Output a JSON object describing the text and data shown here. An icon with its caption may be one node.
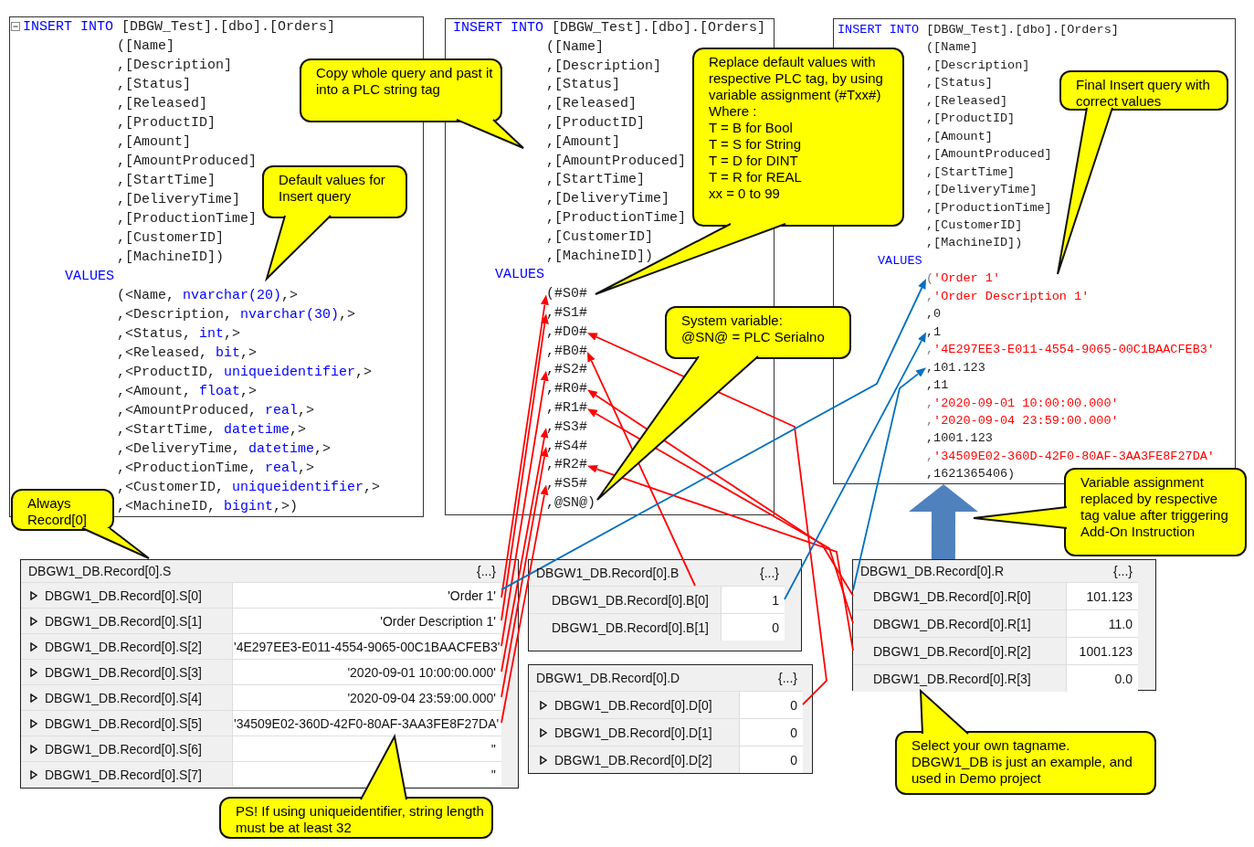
{
  "diagram": {
    "nodes": [
      {
        "text": [
          "INSERT INTO [DBGW_Test].[dbo].[Orders]",
          "([Name]",
          ",[Description]",
          ",[Status]",
          ",[Released]",
          ",[ProductID]",
          ",[Amount]",
          ",[AmountProduced]",
          ",[StartTime]",
          ",[DeliveryTime]",
          ",[ProductionTime]",
          ",[CustomerID]",
          ",[MachineID])",
          "VALUES",
          "(<Name, nvarchar(20),>",
          ",<Description, nvarchar(30),>",
          ",<Status, int,>",
          ",<Released, bit,>",
          ",<ProductID, uniqueidentifier,>",
          ",<Amount, float,>",
          ",<AmountProduced, real,>",
          ",<StartTime, datetime,>",
          ",<DeliveryTime, datetime,>",
          ",<ProductionTime, real,>",
          ",<CustomerID, uniqueidentifier,>",
          ",<MachineID, bigint,>)"
        ]
      },
      {
        "text": [
          "INSERT INTO [DBGW_Test].[dbo].[Orders]",
          "([Name]",
          ",[Description]",
          ",[Status]",
          ",[Released]",
          ",[ProductID]",
          ",[Amount]",
          ",[AmountProduced]",
          ",[StartTime]",
          ",[DeliveryTime]",
          ",[ProductionTime]",
          ",[CustomerID]",
          ",[MachineID])",
          "VALUES"
        ]
      },
      {
        "text": [
          "(#S0#"
        ],
        "in": 1
      },
      {
        "text": [
          ",#S1#"
        ],
        "in": 1
      },
      {
        "text": [
          ",#D0#"
        ],
        "in": 1
      },
      {
        "text": [
          ",#B0#"
        ],
        "in": 1
      },
      {
        "text": [
          ",#S2#"
        ],
        "in": 1
      },
      {
        "text": [
          ",#R0#"
        ],
        "in": 1
      },
      {
        "text": [
          ",#R1#"
        ],
        "in": 1
      },
      {
        "text": [
          ",#S3#"
        ],
        "in": 1
      },
      {
        "text": [
          ",#S4#"
        ],
        "in": 1
      },
      {
        "text": [
          ",#R2#"
        ],
        "in": 1
      },
      {
        "text": [
          ",#S5#"
        ],
        "in": 1
      },
      {
        "text": [
          ",@SN@)"
        ],
        "in": 1
      },
      {
        "text": [
          "INSERT INTO [DBGW_Test].[dbo].[Orders]",
          "([Name]",
          ",[Description]",
          ",[Status]",
          ",[Released]",
          ",[ProductID]",
          ",[Amount]",
          ",[AmountProduced]",
          ",[StartTime]",
          ",[DeliveryTime]",
          ",[ProductionTime]",
          ",[CustomerID]",
          ",[MachineID])",
          "VALUES"
        ]
      },
      {
        "text": [
          "('Order 1'"
        ],
        "in": 14
      },
      {
        "text": [
          ",'Order Description 1'"
        ],
        "in": 14
      },
      {
        "text": [
          ",0"
        ],
        "in": 14
      },
      {
        "text": [
          ",1"
        ],
        "in": 14
      },
      {
        "text": [
          ",'4E297EE3-E011-4554-9065-00C1BAACFEB3'"
        ],
        "in": 14
      },
      {
        "text": [
          ",101.123"
        ],
        "in": 14
      },
      {
        "text": [
          ",11"
        ],
        "in": 14
      },
      {
        "text": [
          ",'2020-09-01 10:00:00.000'"
        ],
        "in": 14
      },
      {
        "text": [
          ",'2020-09-04 23:59:00.000'"
        ],
        "in": 14
      },
      {
        "text": [
          ",1001.123"
        ],
        "in": 14
      },
      {
        "text": [
          ",'34509E02-360D-42F0-80AF-3AA3FE8F27DA'"
        ],
        "in": 14
      },
      {
        "text": [
          ",1621365406)"
        ],
        "in": 14
      },
      {
        "text": [
          "Copy whole query and past it into a PLC string tag"
        ]
      },
      {
        "text": [
          "Default values for Insert query"
        ],
        "in": 0
      },
      {
        "text": [
          "Replace default values with respective PLC tag, by using variable assignment (#Txx#)",
          "Where :",
          "T = B for Bool",
          "T = S for String",
          "T = D for DINT",
          "T = R for REAL",
          "xx = 0 to 99"
        ]
      },
      {
        "text": [
          "Final Insert query with correct values"
        ],
        "in": 14
      },
      {
        "text": [
          "System variable:",
          "@SN@ = PLC Serialno"
        ]
      },
      {
        "text": [
          "Always Record[0]"
        ]
      },
      {
        "text": [
          "Variable assignment replaced by respective tag value after triggering Add-On Instruction"
        ]
      },
      {
        "text": [
          "DBGW1_DB.Record[0].S",
          "{...}"
        ]
      },
      {
        "text": [
          "DBGW1_DB.Record[0].S[0]",
          "'Order 1'"
        ],
        "in": 34
      },
      {
        "text": [
          "DBGW1_DB.Record[0].S[1]",
          "'Order Description 1'"
        ],
        "in": 34
      },
      {
        "text": [
          "DBGW1_DB.Record[0].S[2]",
          "'4E297EE3-E011-4554-9065-00C1BAACFEB3'"
        ],
        "in": 34
      },
      {
        "text": [
          "DBGW1_DB.Record[0].S[3]",
          "'2020-09-01 10:00:00.000'"
        ],
        "in": 34
      },
      {
        "text": [
          "DBGW1_DB.Record[0].S[4]",
          "'2020-09-04 23:59:00.000'"
        ],
        "in": 34
      },
      {
        "text": [
          "DBGW1_DB.Record[0].S[5]",
          "'34509E02-360D-42F0-80AF-3AA3FE8F27DA'"
        ],
        "in": 34
      },
      {
        "text": [
          "DBGW1_DB.Record[0].S[6]",
          "''"
        ],
        "in": 34
      },
      {
        "text": [
          "DBGW1_DB.Record[0].S[7]",
          "''"
        ],
        "in": 34
      },
      {
        "text": [
          "DBGW1_DB.Record[0].B",
          "{...}"
        ]
      },
      {
        "text": [
          "DBGW1_DB.Record[0].B[0]",
          "1"
        ],
        "in": 43
      },
      {
        "text": [
          "DBGW1_DB.Record[0].B[1]",
          "0"
        ],
        "in": 43
      },
      {
        "text": [
          "DBGW1_DB.Record[0].R",
          "{...}"
        ]
      },
      {
        "text": [
          "DBGW1_DB.Record[0].R[0]",
          "101.123"
        ],
        "in": 46
      },
      {
        "text": [
          "DBGW1_DB.Record[0].R[1]",
          "11.0"
        ],
        "in": 46
      },
      {
        "text": [
          "DBGW1_DB.Record[0].R[2]",
          "1001.123"
        ],
        "in": 46
      },
      {
        "text": [
          "DBGW1_DB.Record[0].R[3]",
          "0.0"
        ],
        "in": 46
      },
      {
        "text": [
          "DBGW1_DB.Record[0].D",
          "{...}"
        ]
      },
      {
        "text": [
          "DBGW1_DB.Record[0].D[0]",
          "0"
        ],
        "in": 51
      },
      {
        "text": [
          "DBGW1_DB.Record[0].D[1]",
          "0"
        ],
        "in": 51
      },
      {
        "text": [
          "DBGW1_DB.Record[0].D[2]",
          "0"
        ],
        "in": 51
      },
      {
        "text": [
          "PS! If using uniqueidentifier, string length must be at least 32"
        ]
      },
      {
        "text": [
          "Select your own tagname.",
          "DBGW1_DB is just an example, and used in Demo project"
        ]
      }
    ],
    "edges": [
      {
        "from": 35,
        "to": 2,
        "arrow": "to"
      },
      {
        "from": 36,
        "to": 3,
        "arrow": "to"
      },
      {
        "from": 37,
        "to": 6,
        "arrow": "to"
      },
      {
        "from": 38,
        "to": 9,
        "arrow": "to"
      },
      {
        "from": 39,
        "to": 10,
        "arrow": "to"
      },
      {
        "from": 40,
        "to": 12,
        "arrow": "to"
      },
      {
        "from": 52,
        "to": 4,
        "arrow": "to"
      },
      {
        "from": 44,
        "to": 5,
        "arrow": "to"
      },
      {
        "from": 47,
        "to": 7,
        "arrow": "to"
      },
      {
        "from": 48,
        "to": 8,
        "arrow": "to"
      },
      {
        "from": 49,
        "to": 11,
        "arrow": "to"
      },
      {
        "from": 35,
        "to": 15,
        "arrow": "to",
        "color": "#0070c0"
      },
      {
        "from": 44,
        "to": 18,
        "arrow": "to",
        "color": "#0070c0"
      },
      {
        "from": 47,
        "to": 20,
        "arrow": "to",
        "color": "#0070c0"
      },
      {
        "from": 46,
        "to": 14,
        "arrow": "to",
        "style": "thick",
        "color": "#4f81bd"
      }
    ]
  }
}
